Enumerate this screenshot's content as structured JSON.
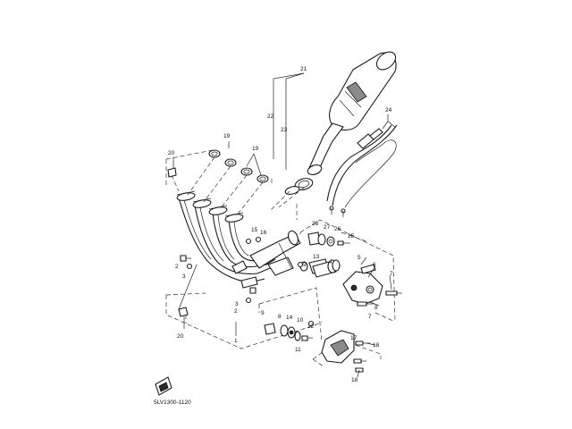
{
  "diagram_code": "5LV1300-1120",
  "callouts": [
    "1",
    "2",
    "3",
    "4",
    "5",
    "6",
    "7",
    "8",
    "9",
    "10",
    "11",
    "12",
    "13",
    "14",
    "15",
    "16",
    "17",
    "18",
    "19",
    "20",
    "21",
    "22",
    "23",
    "24",
    "25",
    "26",
    "27",
    "28"
  ]
}
